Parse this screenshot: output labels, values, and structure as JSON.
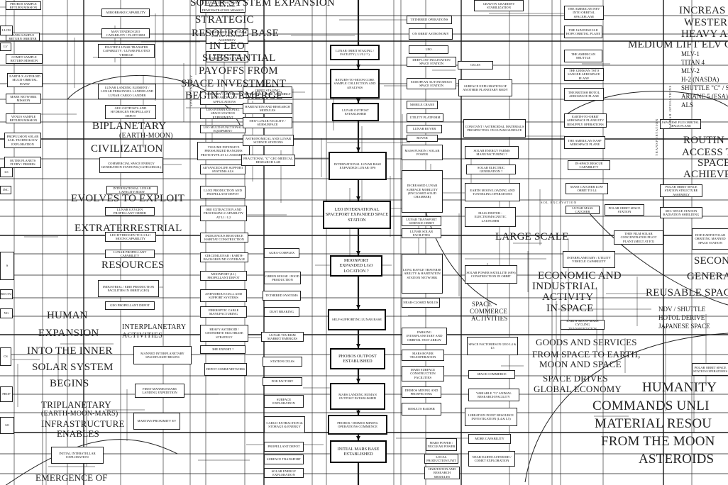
{
  "diagram": {
    "central_nodes": [
      {
        "id": "n01",
        "text": "LUNAR ORBIT STAGING / FACILITY ( L1/L2 ? )"
      },
      {
        "id": "n02",
        "text": "RETURN-TO-MOON CORE SAMPLE COLLECTION AND ANALYSIS"
      },
      {
        "id": "n03",
        "text": "LUNAR OUTPOST ESTABLISHED"
      },
      {
        "id": "n04",
        "text": "INTERNATIONAL LUNAR BASE EXPANDED LUNAR OPS"
      },
      {
        "id": "n05",
        "text": "LEO INTERNATIONAL SPACEPORT EXPANDED SPACE STATION"
      },
      {
        "id": "n06",
        "text": "MOONPORT EXPANDED LGO LOCATION ?"
      },
      {
        "id": "n07",
        "text": "SELF-SUPPORTING LUNAR BASE"
      },
      {
        "id": "n08",
        "text": "PHOBOS OUTPOST ESTABLISHED"
      },
      {
        "id": "n09",
        "text": "MARS LANDING HUMAN OUTPOST ESTABLISHED"
      },
      {
        "id": "n10",
        "text": "PHOBOS / DEIMOS MINING OPERATIONS COMMENCE"
      },
      {
        "id": "n11",
        "text": "INITIAL MARS BASE ESTABLISHED"
      }
    ],
    "column_a": [
      {
        "id": "a01",
        "text": "PHOBOS SAMPLE RETURN MISSION"
      },
      {
        "id": "a02",
        "text": "MARS SAMPLE RETURN ORBITER"
      },
      {
        "id": "a03",
        "text": "COMET SAMPLE RETURN MISSION"
      },
      {
        "id": "a04",
        "text": "EARTH-X ASTEROID MULTI-ORBITAL FLYBY"
      },
      {
        "id": "a05",
        "text": "MARS NETWORK MISSION"
      },
      {
        "id": "a06",
        "text": "VENUS SAMPLE RETURN MISSION"
      },
      {
        "id": "a07",
        "text": "PROPULSION SOLAR SAIL TECHNOLOGY EXPLORATION"
      },
      {
        "id": "a08",
        "text": "OUTER PLANETS FLYBY / PROBES"
      }
    ],
    "column_b": [
      {
        "id": "b01",
        "text": "AEROBRAKE CAPABILITY"
      },
      {
        "id": "b02",
        "text": "MAN TENDED GEO CAPABILITY / PLATFORM"
      },
      {
        "id": "b03",
        "text": "PILOTED LUNAR TRANSFER CAPABILITY / LUNAR PILOTED VEHICLE"
      },
      {
        "id": "b04",
        "text": "LUNAR LANDING ELEMENT / LUNAR PERSONNEL LANDER AND LUNAR CARGO LANDER"
      },
      {
        "id": "b05",
        "text": "GEO OUTPOSTS AND HYDROGEN PROPELLANT DEPOT"
      },
      {
        "id": "b06",
        "text": "COMMERCIAL SPACE ENERGY GENERATION STATIONS (CATEGORIAL)"
      },
      {
        "id": "b07",
        "text": "INTERNATIONAL LUNAR CAPACITY BODY"
      },
      {
        "id": "b08",
        "text": "LUNAR OXYGEN PROPELLANT ORDER"
      },
      {
        "id": "b09",
        "text": "LEO HYDROGEN TO L1/L2 / MOON CAPABILITY"
      },
      {
        "id": "b10",
        "text": "LUNAR PROPELLANT CAPABILITY"
      },
      {
        "id": "b11",
        "text": "INDUSTRIAL / EDIE PRODUCTION FACILITIES IN ORBIT (GEO)"
      },
      {
        "id": "b12",
        "text": "GEO PROPELLANT DEPOT"
      },
      {
        "id": "b13",
        "text": "MANNED INTERPLANETARY SPACEFLIGHT BEGINS"
      },
      {
        "id": "b14",
        "text": "FIRST MANNED MARS LANDING EXPEDITION"
      },
      {
        "id": "b15",
        "text": "MARTIAN PROXIMITY EV"
      },
      {
        "id": "b16",
        "text": "INITIAL INTERSTELLAR EXPLORATION"
      }
    ],
    "column_c": [
      {
        "id": "c01",
        "text": "LEO EXTERNAL TANK RESOURCE BASE / DEMONSTRATION MISSION"
      },
      {
        "id": "c02",
        "text": "UNMANNED GEO COMM AND EXP. PLATFORM ASSEMBLY"
      },
      {
        "id": "c03",
        "text": "RETURN TO MOON COMMIT INVOLVEMENT"
      },
      {
        "id": "c04",
        "text": "INDUSTRY / UNIVERSITY RESEARCH / LEO APPLICATIONS"
      },
      {
        "id": "c05",
        "text": "LEO INTERNATIONAL SPACE STATION EXPERIMENT"
      },
      {
        "id": "c06",
        "text": "LEO MULTI-FUNCTIONAL EQUIPMENT"
      },
      {
        "id": "c07",
        "text": "VOLUME INTENSIVE PRESSURIZED HANGERS PROTOTYPE AT L1 ASSEMBLY"
      },
      {
        "id": "c08",
        "text": "ADVANCED LIFE SUPPORT SYSTEMS ALS"
      },
      {
        "id": "c09",
        "text": "LLOX PRODUCTION AND PROPELLANT DEPOT"
      },
      {
        "id": "c10",
        "text": "ORE EXTRACTION AND PROCESSING CAPABILITY AT L1 / L2"
      },
      {
        "id": "c11",
        "text": "INDIGENOUS RESOURCE HABITAT CONSTRUCTION"
      },
      {
        "id": "c12",
        "text": "CIRCUMLUNAR / EARTH-BACKGROUND COVERAGE"
      },
      {
        "id": "c13",
        "text": "MOONPORT (L1) PROPELLANT DEPOT"
      },
      {
        "id": "c14",
        "text": "ANHYDROUS CELL AND SUPPORT SYSTEMS"
      },
      {
        "id": "c15",
        "text": "FIBEROPTIC CABLE MANUFACTURING"
      },
      {
        "id": "c16",
        "text": "HEAVY ASTEROID / CHONDRITE MULTIBASE STRATEGY"
      },
      {
        "id": "c17",
        "text": "3He EXPORT ?"
      },
      {
        "id": "c18",
        "text": "DEPOT COMM NETWORK"
      }
    ],
    "column_d": [
      {
        "id": "d01",
        "text": "ORBIT STAGING INFRASTRUCTURE ASSEMBLY"
      },
      {
        "id": "d02",
        "text": "HABITATION AND RESEARCH MODULES"
      },
      {
        "id": "d03",
        "text": "NEW LUNAR FACILITY / SUBSURFACE"
      },
      {
        "id": "d04",
        "text": "ASTRONOMICAL AND LUNAR SCIENCE STATIONS"
      },
      {
        "id": "d05",
        "text": "FRACTIONAL \"G\" GEO MEDICAL RESEARCH LAB"
      },
      {
        "id": "d06",
        "text": "AGRA-COMPLEX"
      },
      {
        "id": "d07",
        "text": "GREEN HOUSE / FOOD PRODUCTION"
      },
      {
        "id": "d08",
        "text": "TETHERED SYSTEMS"
      },
      {
        "id": "d09",
        "text": "DUST BRAKING"
      },
      {
        "id": "d10",
        "text": "LUNAR TOURISM MARKET EMERGES"
      },
      {
        "id": "d11",
        "text": "STATION CELSS"
      },
      {
        "id": "d12",
        "text": "FOR FACTORY"
      },
      {
        "id": "d13",
        "text": "SURFACE EXPLORATION"
      },
      {
        "id": "d14",
        "text": "CARGO EXTRACTION & STORAGE & ENERGY"
      },
      {
        "id": "d15",
        "text": "PROPELLANT DEPOT"
      },
      {
        "id": "d16",
        "text": "SURFACE TRANSPORT"
      },
      {
        "id": "d17",
        "text": "SOLAR ENERGY EXPLORATION"
      }
    ],
    "column_e": [
      {
        "id": "e01",
        "text": "TETHERED OPERATIONS"
      },
      {
        "id": "e02",
        "text": "ON ORBIT ASTRONOMY"
      },
      {
        "id": "e03",
        "text": "LEO"
      },
      {
        "id": "e04",
        "text": "CELSS"
      },
      {
        "id": "e05",
        "text": "DEEP LOW INCLINATION SPACE STATION"
      },
      {
        "id": "e06",
        "text": "EUROPEAN AUTONOMOUS SPACE STATION"
      },
      {
        "id": "e07",
        "text": "SURFACE EXPLORATION OF ANOTHER PLANETARY BODY"
      },
      {
        "id": "e08",
        "text": "MOBILE CRANE"
      },
      {
        "id": "e09",
        "text": "UTILITY PLATFORM"
      },
      {
        "id": "e10",
        "text": "LUNAR ROVER"
      },
      {
        "id": "e11",
        "text": "ROVER"
      },
      {
        "id": "e12",
        "text": "MASS FUSION / SOLAR POWER"
      },
      {
        "id": "e13",
        "text": "INCREASED LUNAR SURFACE MOBILITY (ENCLOSED SOLID CHAMBER)"
      },
      {
        "id": "e14",
        "text": "LUNAR TRANSPORT SURFACE ORBIT"
      },
      {
        "id": "e15",
        "text": "LUNAR SOLAR FACILITIES"
      },
      {
        "id": "e16",
        "text": "LONG RANGE TRAVERSE ABILITY & HABITATION STATION NETWORK"
      },
      {
        "id": "e17",
        "text": "NEAR-CLOSED MOLOS"
      },
      {
        "id": "e18",
        "text": "PARKING INTERPLANETARY AND ORBITAL TEST ARRAY"
      },
      {
        "id": "e19",
        "text": "MARS ROVER TELEOPERATION"
      },
      {
        "id": "e20",
        "text": "MARS SURFACE CONSTRUCTION FACILITIES"
      },
      {
        "id": "e21",
        "text": "DEIMOS MINING AND PROSPECTING"
      },
      {
        "id": "e22",
        "text": "RESULTS RAIDER"
      },
      {
        "id": "e23",
        "text": "MARS POWER / NUCLEAR POWER"
      },
      {
        "id": "e24",
        "text": "LOCAL PRODUCTION UNIT"
      },
      {
        "id": "e25",
        "text": "HABITATION AND RESEARCH MODULES"
      }
    ],
    "column_f": [
      {
        "id": "f01",
        "text": "GRAVITY GRADIENT STABILIZATION"
      },
      {
        "id": "f02",
        "text": "CONSTANT / ASTEROIDAL MATERIALS PROSPECTING ON LUNAR SURFACE"
      },
      {
        "id": "f03",
        "text": "SOLAR ENERGY FARMS MANUFACTURING ?"
      },
      {
        "id": "f04",
        "text": "SOLAR ELECTRIC GENERATION ?"
      },
      {
        "id": "f05",
        "text": "EARTH MOON LOADING AND TUNNELING OPERATIONS"
      },
      {
        "id": "f06",
        "text": "MASS DRIVER - ELECTROMAGNETIC LAUNCHER"
      },
      {
        "id": "f07",
        "text": "SOLAR POWER SATELLITE (SPS) CONSTRUCTION IN ORBIT"
      },
      {
        "id": "f08",
        "text": "SPACE FACTORIES IN GEO L4 & L5"
      },
      {
        "id": "f09",
        "text": "SPACE COMMERCE"
      },
      {
        "id": "f10",
        "text": "VARIABLE \"G\" ANIMAL RESEARCH FACILITY"
      },
      {
        "id": "f11",
        "text": "LIBRATION POINT RESOURCE INVESTIGATION (L4 & L5)"
      },
      {
        "id": "f12",
        "text": "MORE CAPABILITY"
      },
      {
        "id": "f13",
        "text": "NEAR-EARTH ASTEROID / COMET EXPLORATION"
      }
    ],
    "column_g": [
      {
        "id": "g01",
        "text": "THE AMERICAN NEV INTO ORBITAL SPACEPLANE"
      },
      {
        "id": "g02",
        "text": "THE JAPANESE H-II HOPE ORBITAL PLANE"
      },
      {
        "id": "g03",
        "text": "THE AMERICAN SHUTTLE"
      },
      {
        "id": "g04",
        "text": "THE GERMAN TSTO SANGER AEROSPACE PLANE"
      },
      {
        "id": "g05",
        "text": "THE BRITISH HOTOL AEROSPACE PLANE"
      },
      {
        "id": "g06",
        "text": "EARTH-TO-ORBIT AEROSPACE PLANE ETV RESUPPLY OPERATIONS"
      },
      {
        "id": "g07",
        "text": "THE AMERICAN NASP AEROSPACE PLANE"
      },
      {
        "id": "g08",
        "text": "IN-SPACE RESCUE CAPABILITY"
      },
      {
        "id": "g09",
        "text": "MASS CATCHER LOW ORBIT TO L4"
      },
      {
        "id": "g10",
        "text": "POLAR ORBIT SPACE STATION"
      },
      {
        "id": "g11",
        "text": "LUNAR MASS CATCHER"
      },
      {
        "id": "g12",
        "text": "INTERPLANETARY / UTILITY VEHICLE CAPABILITY"
      },
      {
        "id": "g13",
        "text": "EARTH-MOON-MARS CYCLING TRANSPORTATION"
      },
      {
        "id": "g14",
        "text": "JAPANESE FUJI ORBITAL SPACE PLANE"
      },
      {
        "id": "g15",
        "text": "POLAR ORBIT SPACE STATION STRUCTURE ASSEMBLY"
      },
      {
        "id": "g16",
        "text": "SDI / SPACE STATION RADIATION SHIELDING"
      },
      {
        "id": "g17",
        "text": "THIN FILM SOLAR CONCENTRATOR PILOT PLANT (MELT AT ET)"
      },
      {
        "id": "g18",
        "text": "DOD EARTH POLAR ORBITING MANNED SPACE STATION"
      },
      {
        "id": "g19",
        "text": "POLAR ORBIT SPACE STATION OPERATIONS"
      }
    ],
    "big_labels": [
      {
        "id": "L01",
        "text": "SOLAR SYSTEM EXPANSION"
      },
      {
        "id": "L02",
        "text": "STRATEGIC"
      },
      {
        "id": "L03",
        "text": "RESOURCE BASE"
      },
      {
        "id": "L04",
        "text": "IN LEO"
      },
      {
        "id": "L05",
        "text": "SUBSTANTIAL"
      },
      {
        "id": "L06",
        "text": "PAYOFFS FROM"
      },
      {
        "id": "L07",
        "text": "SPACE INVESTMENT"
      },
      {
        "id": "L08",
        "text": "BEGIN TO EMERGE"
      },
      {
        "id": "L09",
        "text": "BIPLANETARY"
      },
      {
        "id": "L10",
        "text": "(EARTH-MOON)"
      },
      {
        "id": "L11",
        "text": "CIVILIZATION"
      },
      {
        "id": "L12",
        "text": "EVOLVES TO EXPLOIT"
      },
      {
        "id": "L13",
        "text": "EXTRATERRESTRIAL"
      },
      {
        "id": "L14",
        "text": "RESOURCES"
      },
      {
        "id": "L15",
        "text": "HUMAN"
      },
      {
        "id": "L16",
        "text": "INTERPLANETARY"
      },
      {
        "id": "L17",
        "text": "ACTIVITIES"
      },
      {
        "id": "L18",
        "text": "EXPANSION"
      },
      {
        "id": "L19",
        "text": "INTO THE INNER"
      },
      {
        "id": "L20",
        "text": "SOLAR SYSTEM"
      },
      {
        "id": "L21",
        "text": "BEGINS"
      },
      {
        "id": "L22",
        "text": "TRIPLANETARY"
      },
      {
        "id": "L23",
        "text": "(EARTH-MOON-MARS)"
      },
      {
        "id": "L24",
        "text": "INFRASTRUCTURE"
      },
      {
        "id": "L25",
        "text": "ENABLES"
      },
      {
        "id": "L26",
        "text": "EMERGENCE OF"
      },
      {
        "id": "L27",
        "text": "INCREAS"
      },
      {
        "id": "L28",
        "text": "WESTER"
      },
      {
        "id": "L29",
        "text": "HEAVY AN"
      },
      {
        "id": "L30",
        "text": "MEDIUM LIFT ELV C"
      },
      {
        "id": "L31",
        "text": "ROUTIN"
      },
      {
        "id": "L32",
        "text": "ACCESS T"
      },
      {
        "id": "L33",
        "text": "SPACE"
      },
      {
        "id": "L34",
        "text": "ACHIEVE"
      },
      {
        "id": "L35",
        "text": "LARGE SCALE"
      },
      {
        "id": "L36",
        "text": "ECONOMIC AND"
      },
      {
        "id": "L37",
        "text": "INDUSTRIAL"
      },
      {
        "id": "L38",
        "text": "ACTIVITY"
      },
      {
        "id": "L39",
        "text": "IN SPACE"
      },
      {
        "id": "L40",
        "text": "SPACE"
      },
      {
        "id": "L41",
        "text": "COMMERCE"
      },
      {
        "id": "L42",
        "text": "ACTIVITIES"
      },
      {
        "id": "L43",
        "text": "GOODS AND SERVICES"
      },
      {
        "id": "L44",
        "text": "FROM SPACE TO EARTH,"
      },
      {
        "id": "L45",
        "text": "MOON AND SPACE"
      },
      {
        "id": "L46",
        "text": "SPACE DRIVES"
      },
      {
        "id": "L47",
        "text": "GLOBAL ECONOMY"
      },
      {
        "id": "L48",
        "text": "SECONI"
      },
      {
        "id": "L49",
        "text": "GENERATI"
      },
      {
        "id": "L50",
        "text": "REUSABLE SPAC"
      },
      {
        "id": "L51",
        "text": "HUMANITY"
      },
      {
        "id": "L52",
        "text": "COMMANDS UNLI"
      },
      {
        "id": "L53",
        "text": "MATERIAL RESOU"
      },
      {
        "id": "L54",
        "text": "FROM THE MOON"
      },
      {
        "id": "L55",
        "text": "ASTEROIDS"
      }
    ],
    "elv_list": [
      "MLV-1",
      "TITAN 4",
      "MLV-2",
      "H-2 (NASDA)",
      "SHUTTLE \"C\" / S",
      "ARIANE 5 (ESA)",
      "ALS"
    ],
    "next_gen_list": [
      "NDV / SHUTTLE",
      "HOTOL DERIVE",
      "JAPANESE SPACE"
    ],
    "side_labels": [
      "SPACE ENERGY",
      "LUNAR OPERATIONS",
      "TRANSPORTATION"
    ],
    "left_edge_nodes": [
      {
        "id": "z01",
        "text": "LLON"
      },
      {
        "id": "z02",
        "text": "LV"
      },
      {
        "id": "z03",
        "text": "LS"
      },
      {
        "id": "z04",
        "text": "INC"
      },
      {
        "id": "z05",
        "text": "S"
      },
      {
        "id": "z06",
        "text": "STRUCTURE"
      },
      {
        "id": "z07",
        "text": "NG"
      },
      {
        "id": "z08",
        "text": "CS"
      },
      {
        "id": "z09",
        "text": "PROP"
      },
      {
        "id": "z10",
        "text": "SO"
      }
    ],
    "edge_label": "SOL EXCAVATION"
  }
}
